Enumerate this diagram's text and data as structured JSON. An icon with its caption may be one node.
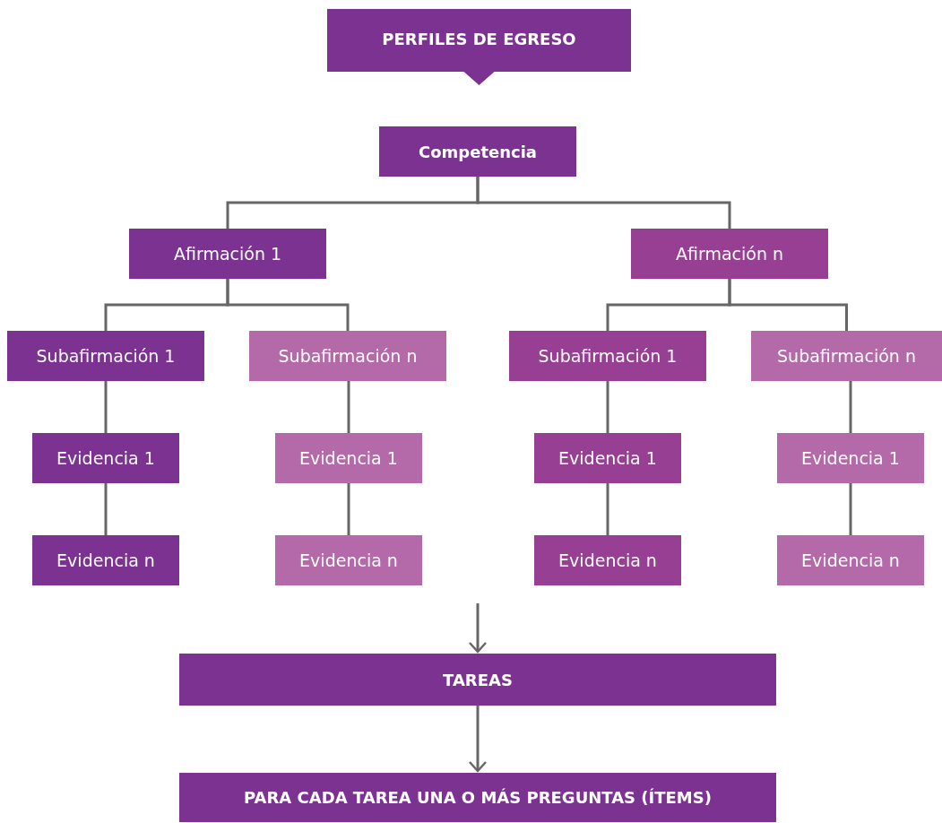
{
  "diagram": {
    "nodes": [
      {
        "text": [
          "PERFILES DE EGRESO"
        ]
      },
      {
        "text": [
          "Competencia"
        ]
      },
      {
        "text": [
          "Afirmación 1"
        ]
      },
      {
        "text": [
          "Afirmación n"
        ]
      },
      {
        "text": [
          "Subafirmación 1"
        ]
      },
      {
        "text": [
          "Subafirmación n"
        ]
      },
      {
        "text": [
          "Evidencia 1"
        ]
      },
      {
        "text": [
          "Evidencia n"
        ]
      },
      {
        "text": [
          "Evidencia 1"
        ]
      },
      {
        "text": [
          "Evidencia n"
        ]
      },
      {
        "text": [
          "Subafirmación 1"
        ]
      },
      {
        "text": [
          "Subafirmación n"
        ]
      },
      {
        "text": [
          "Evidencia 1"
        ]
      },
      {
        "text": [
          "Evidencia n"
        ]
      },
      {
        "text": [
          "Evidencia 1"
        ]
      },
      {
        "text": [
          "Evidencia n"
        ]
      },
      {
        "text": [
          "TAREAS"
        ]
      },
      {
        "text": [
          "PARA CADA TAREA UNA O MÁS PREGUNTAS (ÍTEMS)"
        ]
      }
    ],
    "edges": [
      {
        "from": 1,
        "to": 2,
        "arrow": "none"
      },
      {
        "from": 1,
        "to": 3,
        "arrow": "none"
      },
      {
        "from": 2,
        "to": 4,
        "arrow": "none"
      },
      {
        "from": 2,
        "to": 5,
        "arrow": "none"
      },
      {
        "from": 4,
        "to": 6,
        "arrow": "none"
      },
      {
        "from": 6,
        "to": 7,
        "arrow": "none"
      },
      {
        "from": 5,
        "to": 8,
        "arrow": "none"
      },
      {
        "from": 8,
        "to": 9,
        "arrow": "none"
      },
      {
        "from": 3,
        "to": 10,
        "arrow": "none"
      },
      {
        "from": 3,
        "to": 11,
        "arrow": "none"
      },
      {
        "from": 10,
        "to": 12,
        "arrow": "none"
      },
      {
        "from": 12,
        "to": 13,
        "arrow": "none"
      },
      {
        "from": 11,
        "to": 14,
        "arrow": "none"
      },
      {
        "from": 14,
        "to": 15,
        "arrow": "none"
      },
      {
        "from": null,
        "to": 16,
        "arrow": "to"
      },
      {
        "from": 16,
        "to": 17,
        "arrow": "to"
      }
    ]
  }
}
